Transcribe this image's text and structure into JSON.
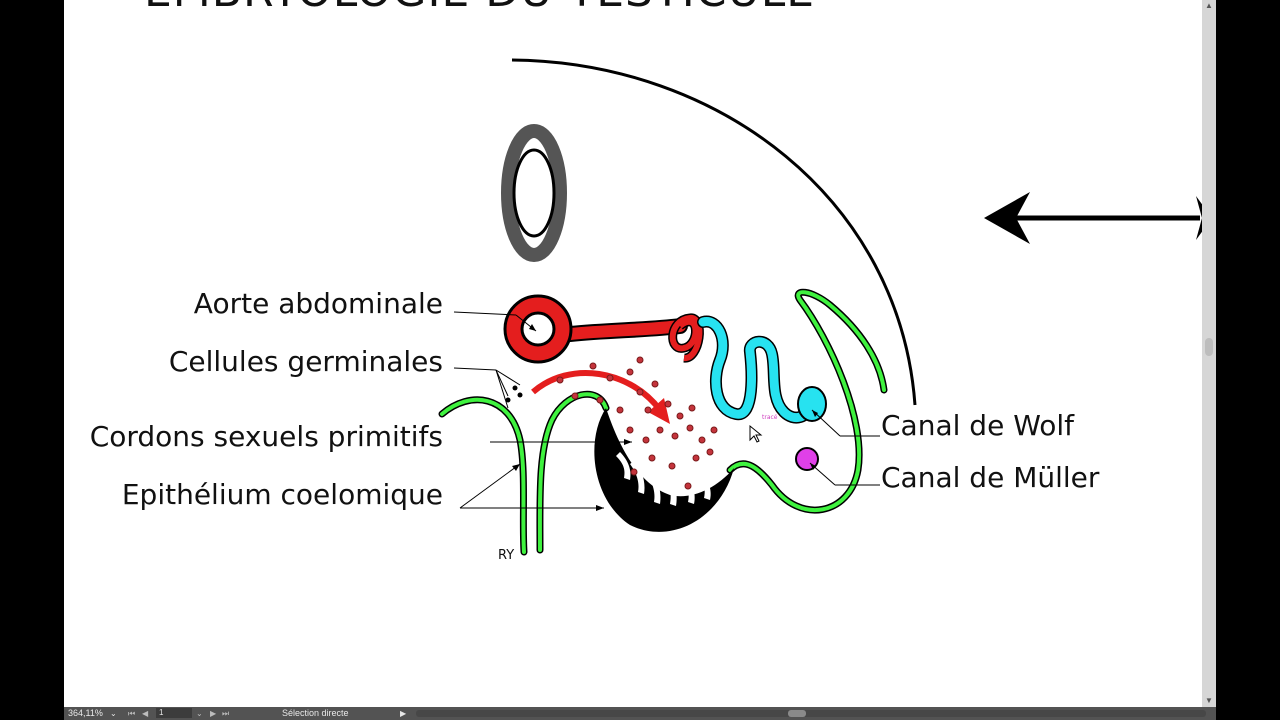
{
  "document": {
    "title": "EMBRYOLOGIE DU TESTICULE",
    "labels": {
      "aorte": "Aorte abdominale",
      "cellules": "Cellules germinales",
      "cordons": "Cordons sexuels primitifs",
      "epithelium": "Epithélium coelomique",
      "wolf": "Canal de Wolf",
      "muller": "Canal de Müller",
      "ry": "RY",
      "cursor_hint": "tracé"
    }
  },
  "status_bar": {
    "zoom": "364,11%",
    "page": "1",
    "tool_mode": "Sélection directe"
  },
  "colors": {
    "aorta_red": "#e41e1e",
    "wolff_cyan": "#27e2f0",
    "muller_magenta": "#e040e8",
    "epithelium_green": "#3ff23f",
    "cords_black": "#000000",
    "cells_red": "#c4343c",
    "vertebra_gray": "#555555"
  },
  "icons": [
    "left-arrow-icon",
    "right-arrow-icon",
    "cursor-icon",
    "dropdown-arrow-icon",
    "first-page-icon",
    "prev-page-icon",
    "next-page-icon",
    "last-page-icon",
    "play-icon"
  ]
}
